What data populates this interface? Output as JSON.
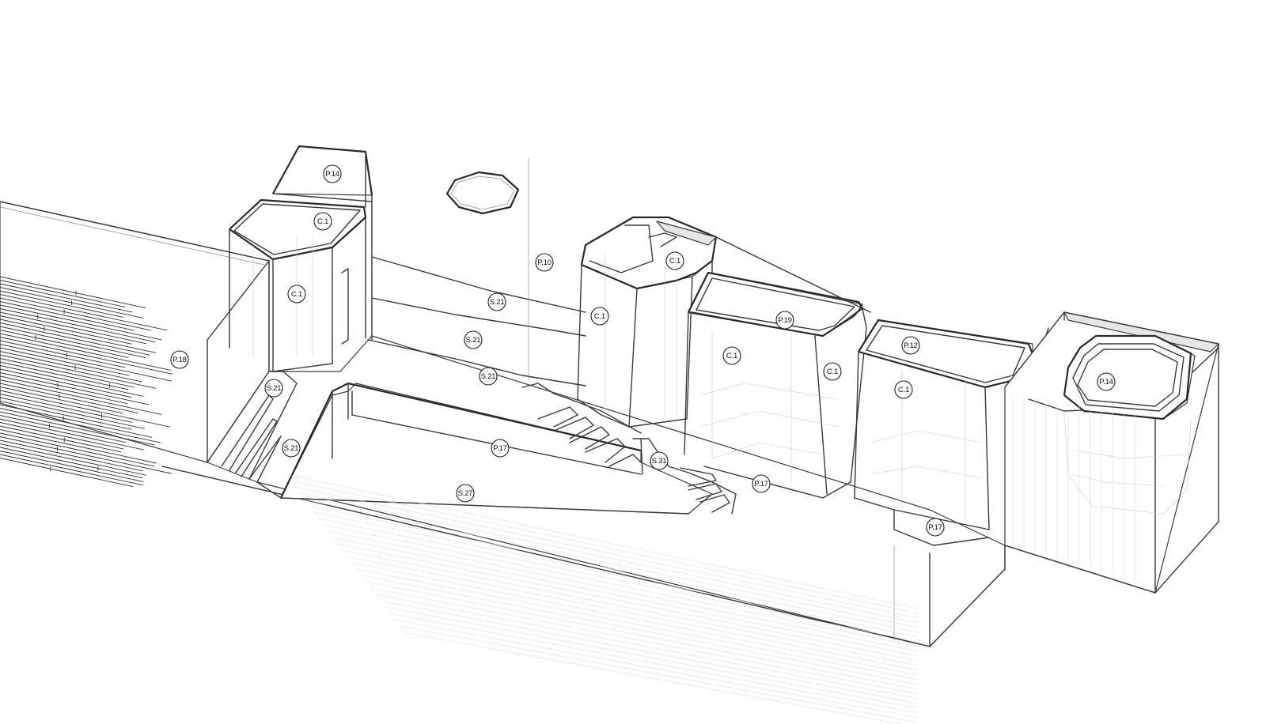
{
  "tags": [
    {
      "id": "tag-p14-left",
      "label": "P.14"
    },
    {
      "id": "tag-c1-a",
      "label": "C.1"
    },
    {
      "id": "tag-c1-b",
      "label": "C.1"
    },
    {
      "id": "tag-p18",
      "label": "P.18"
    },
    {
      "id": "tag-s21-a",
      "label": "S.21"
    },
    {
      "id": "tag-s21-b",
      "label": "S.21"
    },
    {
      "id": "tag-p10",
      "label": "P.10"
    },
    {
      "id": "tag-s21-c",
      "label": "S.21"
    },
    {
      "id": "tag-s21-d",
      "label": "S.21"
    },
    {
      "id": "tag-s21-e",
      "label": "S.21"
    },
    {
      "id": "tag-p17-a",
      "label": "P.17"
    },
    {
      "id": "tag-s27",
      "label": "S.27"
    },
    {
      "id": "tag-c1-c",
      "label": "C.1"
    },
    {
      "id": "tag-c1-d",
      "label": "C.1"
    },
    {
      "id": "tag-s31",
      "label": "S.31"
    },
    {
      "id": "tag-p19",
      "label": "P.19"
    },
    {
      "id": "tag-c1-e",
      "label": "C.1"
    },
    {
      "id": "tag-c1-f",
      "label": "C.1"
    },
    {
      "id": "tag-p17-b",
      "label": "P.17"
    },
    {
      "id": "tag-p12",
      "label": "P.12"
    },
    {
      "id": "tag-c1-g",
      "label": "C.1"
    },
    {
      "id": "tag-p17-c",
      "label": "P.17"
    },
    {
      "id": "tag-p14-right",
      "label": "P.14"
    }
  ]
}
